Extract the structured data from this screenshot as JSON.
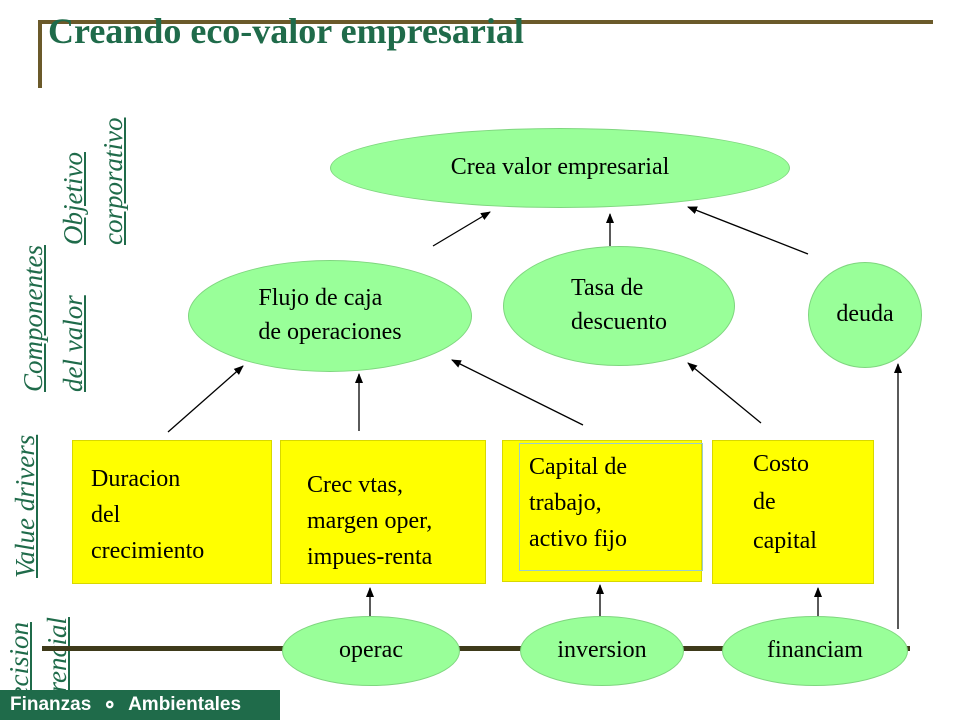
{
  "title": "Creando eco-valor empresarial",
  "side_labels": {
    "objetivo_1": "Objetivo",
    "objetivo_2": "corporativo",
    "componentes_1": "Componentes",
    "componentes_2": "del valor",
    "value_drivers": "Value drivers",
    "decision_1": "Decision",
    "decision_2": "gerencial"
  },
  "top": {
    "crea_valor": "Crea valor empresarial"
  },
  "components": {
    "flujo": "Flujo de caja\nde operaciones",
    "tasa": "Tasa de\ndescuento",
    "deuda": "deuda"
  },
  "drivers": {
    "duracion": "Duracion\ndel\ncrecimiento",
    "crec": "Crec vtas,\nmargen oper,\nimpues-renta",
    "capital": "Capital de\ntrabajo,\nactivo fijo",
    "costo": "Costo\nde\ncapital"
  },
  "decisions": {
    "operac": "operac",
    "inversion": "inversion",
    "financiam": "financiam"
  },
  "logo": {
    "word1": "Finanzas",
    "word2": "Ambientales",
    "icon": "globe-icon"
  },
  "colors": {
    "title": "#1f6b4a",
    "ellipse": "#99ff99",
    "box": "#ffff00",
    "bar": "#6b5a2a"
  }
}
